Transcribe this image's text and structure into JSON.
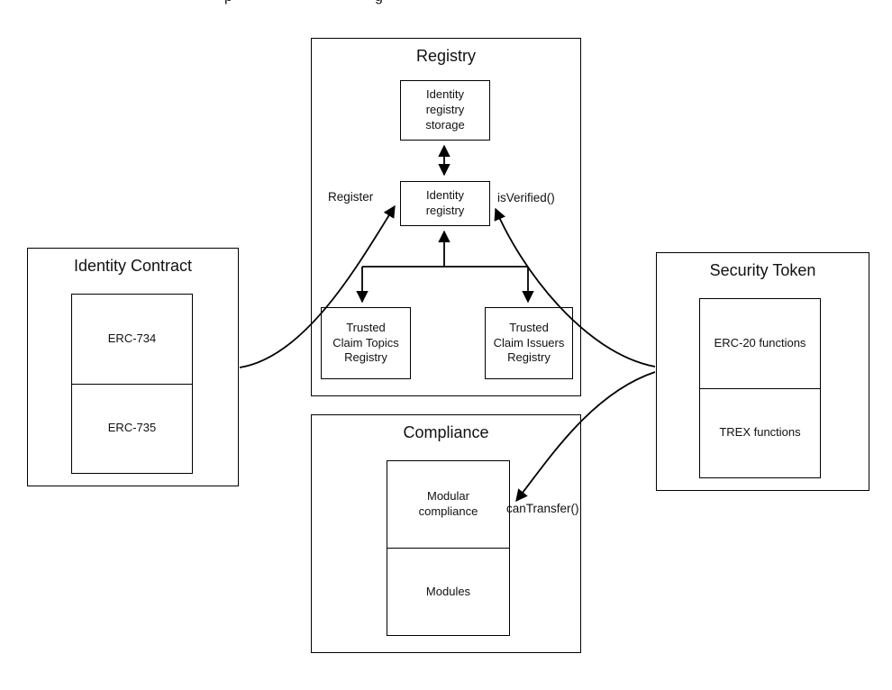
{
  "caption_fragment": {
    "left_char": "p",
    "right_char": "g"
  },
  "containers": {
    "registry": "Registry",
    "identity_contract": "Identity Contract",
    "security_token": "Security Token",
    "compliance": "Compliance"
  },
  "nodes": {
    "identity_registry_storage": "Identity\nregistry\nstorage",
    "identity_registry": "Identity\nregistry",
    "trusted_claim_topics_registry": "Trusted\nClaim Topics\nRegistry",
    "trusted_claim_issuers_registry": "Trusted\nClaim Issuers\nRegistry",
    "erc_734": "ERC-734",
    "erc_735": "ERC-735",
    "erc_20_functions": "ERC-20 functions",
    "trex_functions": "TREX functions",
    "modular_compliance": "Modular\ncompliance",
    "modules": "Modules"
  },
  "edge_labels": {
    "register": "Register",
    "is_verified": "isVerified()",
    "can_transfer": "canTransfer()"
  },
  "colors": {
    "stroke": "#000000",
    "background": "#ffffff"
  }
}
